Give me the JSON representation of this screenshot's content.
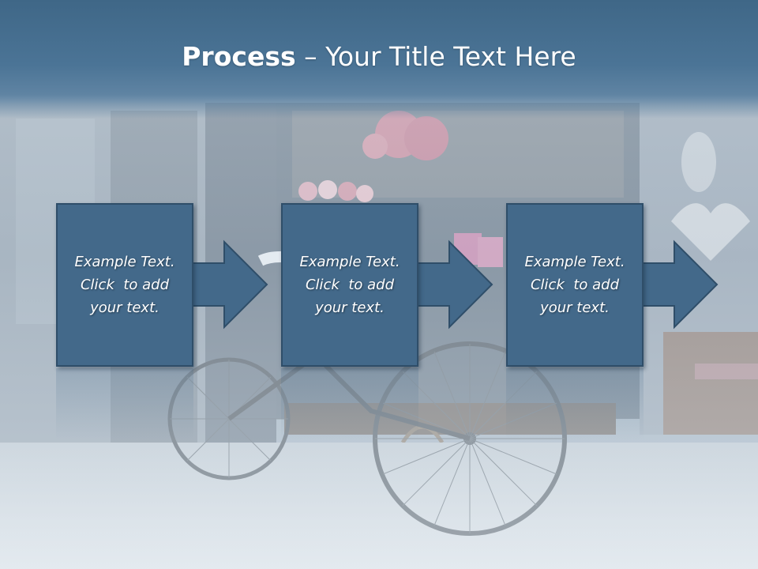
{
  "slide": {
    "title_bold": "Process",
    "title_rest": " – Your Title Text Here"
  },
  "steps": [
    {
      "line1": "Example Text.",
      "line2": "Click  to add",
      "line3": "your text."
    },
    {
      "line1": "Example Text.",
      "line2": "Click  to add",
      "line3": "your text."
    },
    {
      "line1": "Example Text.",
      "line2": "Click  to add",
      "line3": "your text."
    }
  ],
  "colors": {
    "box_fill": "#43698a",
    "box_border": "#2f4e69",
    "title_bar": "#46708f",
    "text": "#ffffff"
  },
  "icons": [
    "arrow-right-icon"
  ]
}
